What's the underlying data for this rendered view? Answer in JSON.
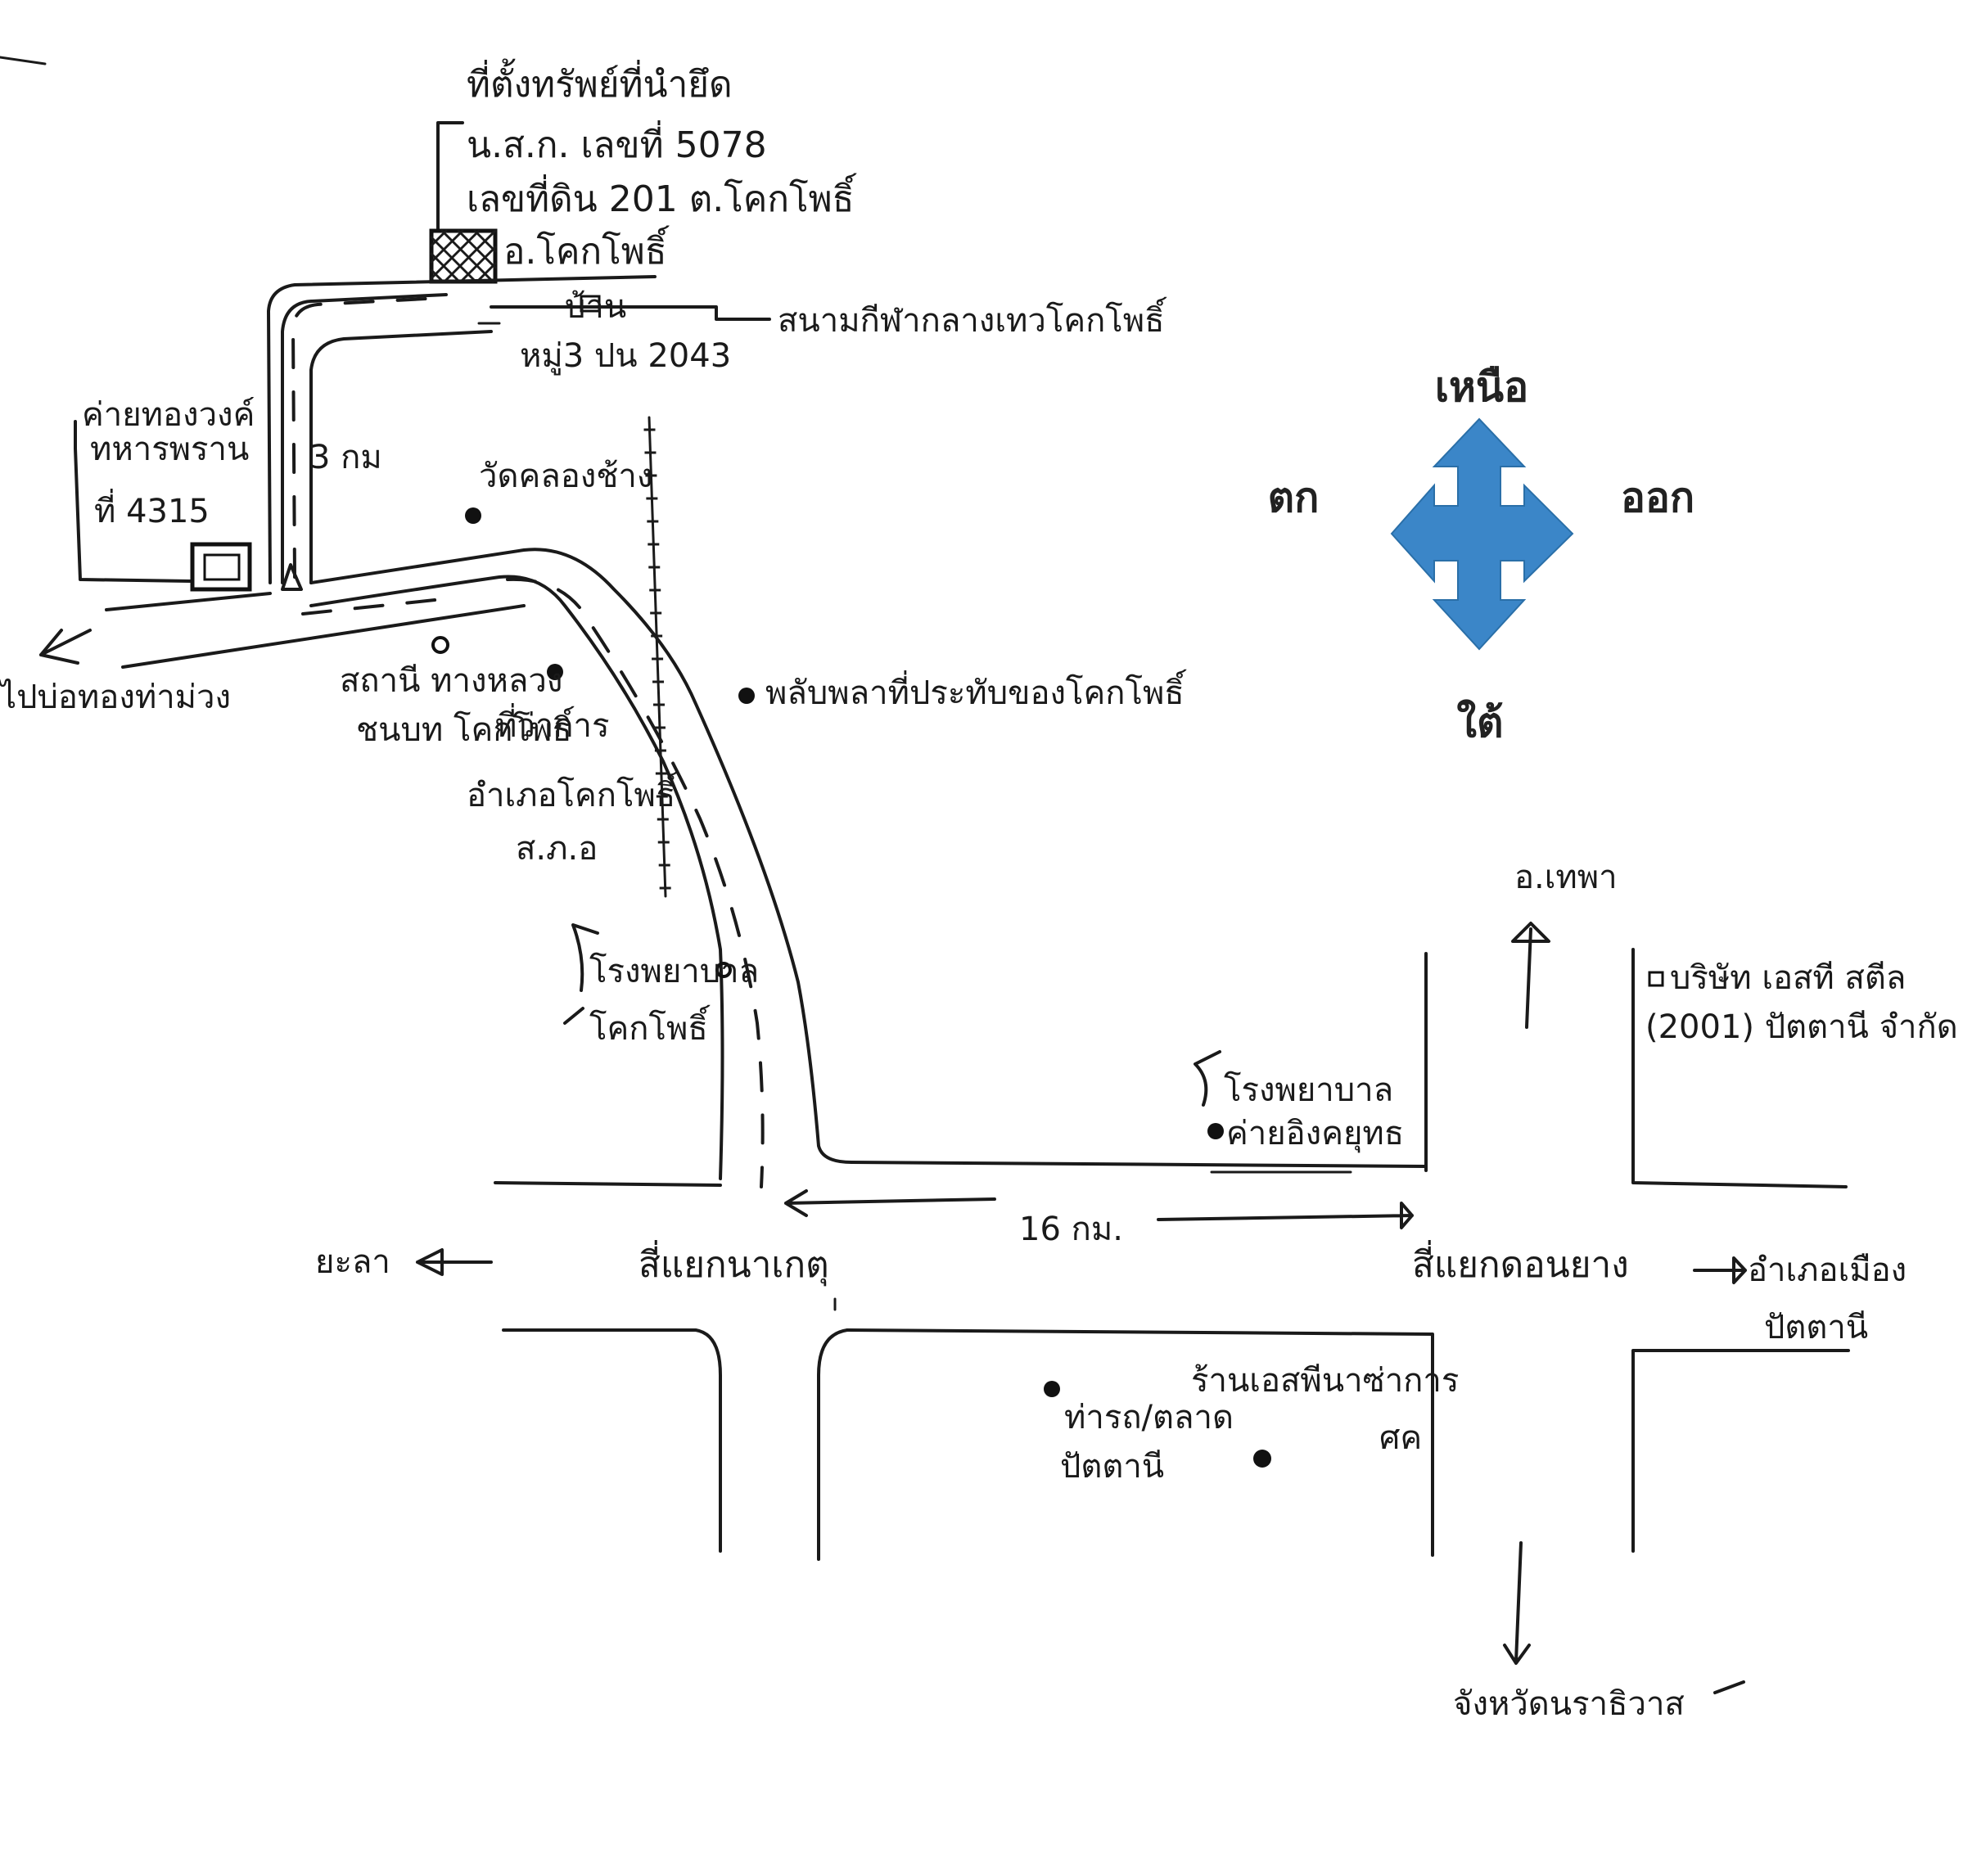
{
  "colors": {
    "ink": "#1a1a1a",
    "compass_arrow": "#3b86c8",
    "background": "#ffffff"
  },
  "property": {
    "line1": "ที่ตั้งทรัพย์ที่นำยึด",
    "line2": "น.ส.ก. เลขที่ 5078",
    "line3": "เลขที่ดิน 201 ต.โคกโพธิ์",
    "line4": "อ.โคกโพธิ์"
  },
  "village": {
    "marker": "บ้าน",
    "road": "หมู่3 ปน 2043",
    "stadium": "สนามกีฬากลางเทวโคกโพธิ์"
  },
  "labels": {
    "camp_line1": "ค่ายทองวงค์",
    "camp_line2": "ทหารพราน",
    "camp_line3": "ที่ 4315",
    "distance_3km": "3 กม",
    "temple": "วัดคลองช้าง",
    "to_bo_thong": "ไปบ่อทองท่าม่วง",
    "gas_station_line1": "สถานี ทางหลวง",
    "gas_station_line2": "ชนบท โคกโพธิ์",
    "district_office_line1": "ที่ว่าการ",
    "district_office_line2": "อำเภอโคกโพธิ์",
    "district_office_line3": "ส.ภ.อ",
    "bus_stop": "พลับพลาที่ประทับของโคกโพธิ์",
    "school_line1": "โรงพยาบาล",
    "school_line2": "โคกโพธิ์",
    "hospital_line1": "โรงพยาบาล",
    "hospital_line2": "ค่ายอิงคยุทธ",
    "to_thepha": "อ.เทพา",
    "company_line1": "บริษัท เอสที สตีล",
    "company_line2": "(2001) ปัตตานี จำกัด",
    "distance_16km": "16 กม.",
    "to_yala": "ยะลา",
    "junction_left": "สี่แยกนาเกตุ",
    "junction_right": "สี่แยกดอนยาง",
    "to_nong_chik_line1": "อำเภอเมือง",
    "to_nong_chik_line2": "ปัตตานี",
    "bus_terminal_line1": "ท่ารถ/ตลาด",
    "bus_terminal_line2": "ปัตตานี",
    "shop_line1": "ร้านเอสพีนาซ่าการ",
    "shop_line2": "ศค",
    "to_narathiwat": "จังหวัดนราธิวาส"
  },
  "compass": {
    "north": "เหนือ",
    "south": "ใต้",
    "east": "ออก",
    "west": "ตก",
    "icon": "four-way-arrow-icon"
  }
}
